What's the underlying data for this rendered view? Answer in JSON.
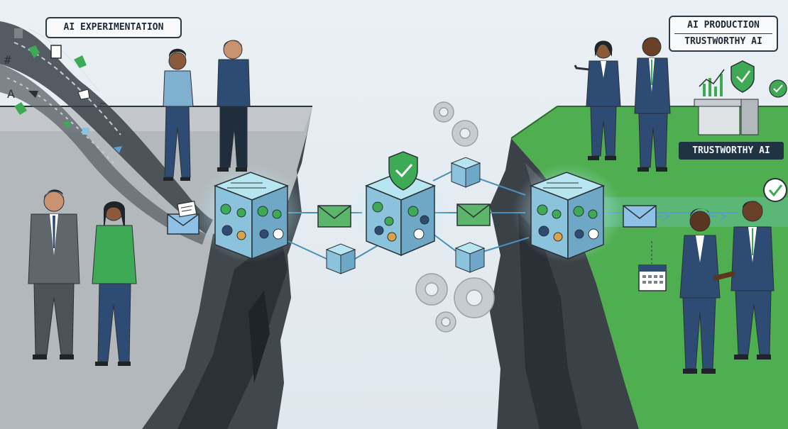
{
  "labels": {
    "left_title": "AI EXPERIMENTATION",
    "right_title_line1": "AI PRODUCTION",
    "right_title_line2": "TRUSTWORTHY AI",
    "right_badge": "TRUSTWORTHY AI"
  },
  "colors": {
    "sky": "#e8eef3",
    "left_cliff": "#b5b9bd",
    "right_cliff": "#4fae4f",
    "rock": "#3c4247",
    "suit_blue": "#2d4b73",
    "accent_green": "#3faa55",
    "glow": "#7fd3e8"
  }
}
